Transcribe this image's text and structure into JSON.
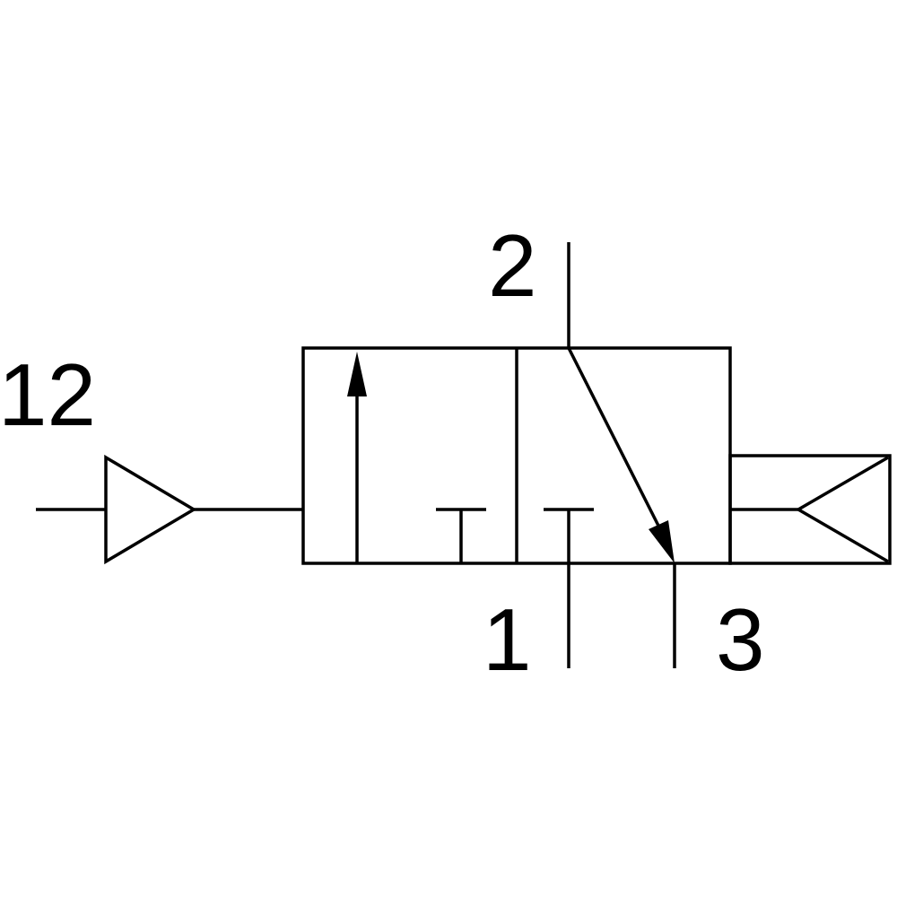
{
  "labels": {
    "pilot_port": "12",
    "port_2": "2",
    "port_1": "1",
    "port_3": "3"
  },
  "colors": {
    "stroke": "#000000",
    "background": "#ffffff"
  }
}
